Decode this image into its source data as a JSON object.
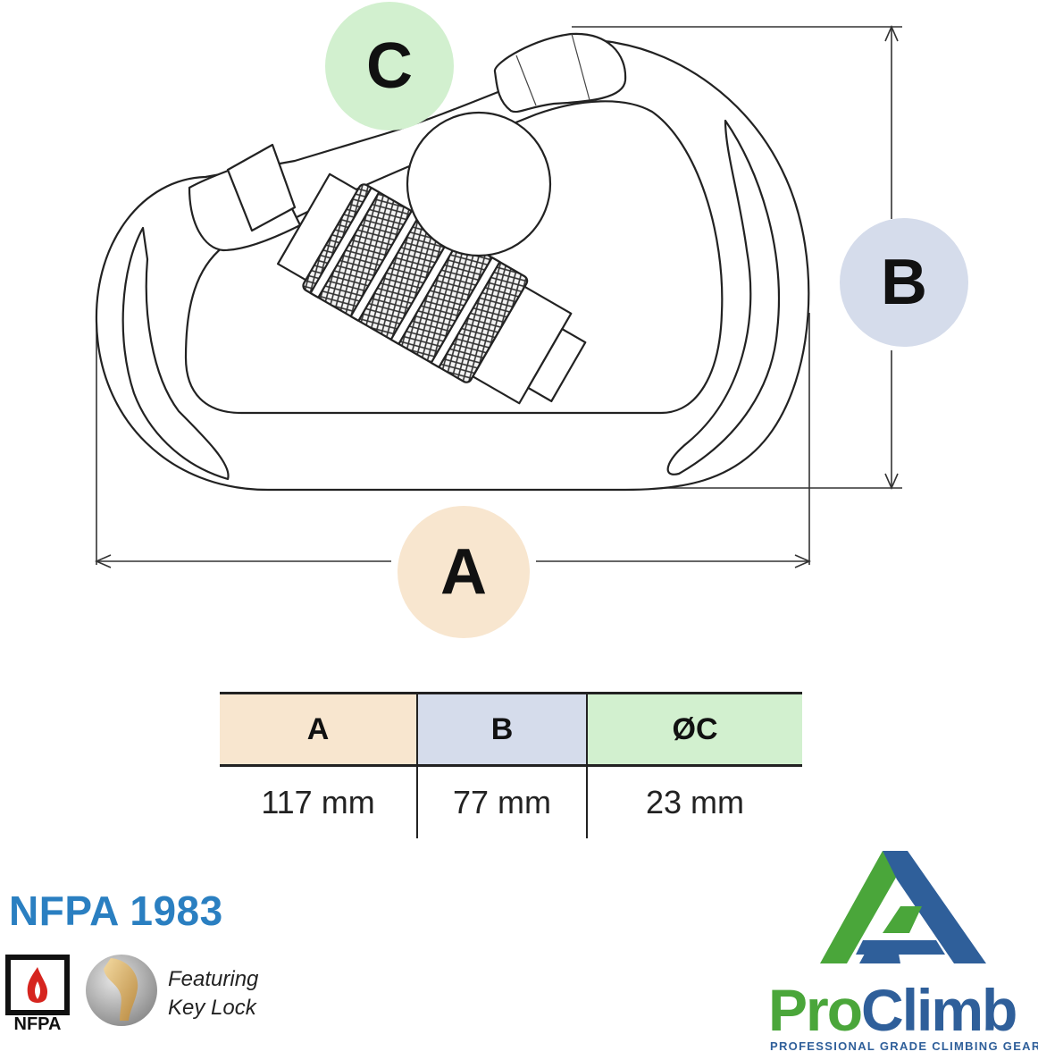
{
  "diagram": {
    "labels": {
      "a": "A",
      "b": "B",
      "c": "C"
    },
    "colors": {
      "a": "#f8e6cf",
      "b": "#d5dceb",
      "c": "#d2f0cf",
      "outline": "#222222"
    }
  },
  "table": {
    "headers": [
      "A",
      "B",
      "ØC"
    ],
    "values": [
      "117 mm",
      "77 mm",
      "23 mm"
    ],
    "header_colors": [
      "#f8e6cf",
      "#d5dceb",
      "#d2f0cf"
    ]
  },
  "certification": {
    "title": "NFPA 1983",
    "badge_text": "NFPA",
    "feature_line1": "Featuring",
    "feature_line2": "Key Lock"
  },
  "brand": {
    "name_part1": "Pro",
    "name_part2": "Climb",
    "tagline": "PROFESSIONAL GRADE CLIMBING GEAR",
    "colors": {
      "green": "#4aa63a",
      "blue": "#2f5f9a"
    }
  }
}
